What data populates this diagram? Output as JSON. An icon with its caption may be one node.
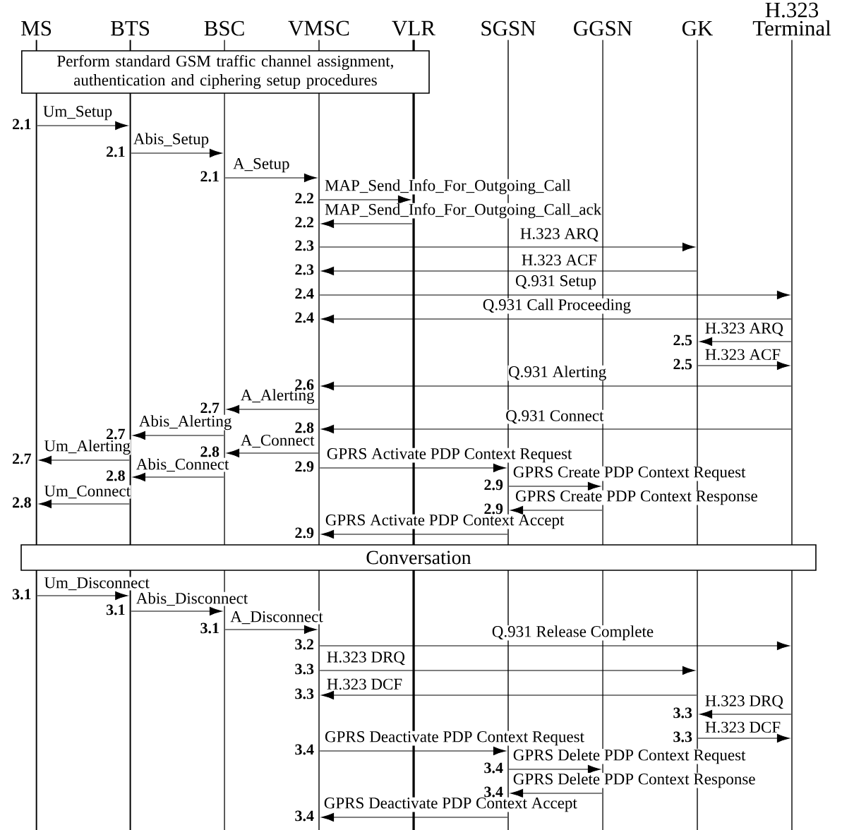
{
  "diagram": {
    "nodes": [
      {
        "text": [],
        "shape": "line",
        "beside": [
          "MS"
        ]
      },
      {
        "text": [],
        "shape": "line",
        "beside": [
          "BTS"
        ]
      },
      {
        "text": [],
        "shape": "line",
        "beside": [
          "BSC"
        ]
      },
      {
        "text": [],
        "shape": "line",
        "beside": [
          "VMSC"
        ]
      },
      {
        "text": [],
        "shape": "line",
        "beside": [
          "VLR"
        ]
      },
      {
        "text": [],
        "shape": "line",
        "beside": [
          "SGSN"
        ]
      },
      {
        "text": [],
        "shape": "line",
        "beside": [
          "GGSN"
        ]
      },
      {
        "text": [],
        "shape": "line",
        "beside": [
          "GK"
        ]
      },
      {
        "text": [],
        "shape": "line",
        "beside": [
          "H.323 Terminal"
        ]
      },
      {
        "text": [
          "Perform standard GSM traffic channel assignment, authentication and ciphering setup procedures"
        ]
      },
      {
        "text": [
          "Conversation"
        ]
      }
    ],
    "edges": [
      {
        "from": 0,
        "to": 1,
        "arrow": "to",
        "label": "Um_Setup"
      },
      {
        "from": 1,
        "to": 2,
        "arrow": "to",
        "label": "Abis_Setup"
      },
      {
        "from": 2,
        "to": 3,
        "arrow": "to",
        "label": "A_Setup"
      },
      {
        "from": 3,
        "to": 4,
        "arrow": "to",
        "label": "MAP_Send_Info_For_Outgoing_Call"
      },
      {
        "from": 4,
        "to": 3,
        "arrow": "to",
        "label": "MAP_Send_Info_For_Outgoing_Call_ack"
      },
      {
        "from": 3,
        "to": 7,
        "arrow": "to",
        "label": "H.323 ARQ"
      },
      {
        "from": 7,
        "to": 3,
        "arrow": "to",
        "label": "H.323 ACF"
      },
      {
        "from": 3,
        "to": 8,
        "arrow": "to",
        "label": "Q.931 Setup"
      },
      {
        "from": 8,
        "to": 3,
        "arrow": "to",
        "label": "Q.931 Call Proceeding"
      },
      {
        "from": 8,
        "to": 7,
        "arrow": "to",
        "label": "H.323 ARQ"
      },
      {
        "from": 7,
        "to": 8,
        "arrow": "to",
        "label": "H.323 ACF"
      },
      {
        "from": 8,
        "to": 3,
        "arrow": "to",
        "label": "Q.931 Alerting"
      },
      {
        "from": 3,
        "to": 2,
        "arrow": "to",
        "label": "A_Alerting"
      },
      {
        "from": 8,
        "to": 3,
        "arrow": "to",
        "label": "Q.931 Connect"
      },
      {
        "from": 2,
        "to": 1,
        "arrow": "to",
        "label": "Abis_Alerting"
      },
      {
        "from": 3,
        "to": 2,
        "arrow": "to",
        "label": "A_Connect"
      },
      {
        "from": 1,
        "to": 0,
        "arrow": "to",
        "label": "Um_Alerting"
      },
      {
        "from": 3,
        "to": 5,
        "arrow": "to",
        "label": "GPRS Activate PDP Context Request"
      },
      {
        "from": 2,
        "to": 1,
        "arrow": "to",
        "label": "Abis_Connect"
      },
      {
        "from": 5,
        "to": 6,
        "arrow": "to",
        "label": "GPRS Create PDP Context Request"
      },
      {
        "from": 1,
        "to": 0,
        "arrow": "to",
        "label": "Um_Connect"
      },
      {
        "from": 6,
        "to": 5,
        "arrow": "to",
        "label": "GPRS Create PDP Context Response"
      },
      {
        "from": 5,
        "to": 3,
        "arrow": "to",
        "label": "GPRS Activate PDP Context Accept"
      },
      {
        "from": 0,
        "to": 1,
        "arrow": "to",
        "label": "Um_Disconnect"
      },
      {
        "from": 1,
        "to": 2,
        "arrow": "to",
        "label": "Abis_Disconnect"
      },
      {
        "from": 2,
        "to": 3,
        "arrow": "to",
        "label": "A_Disconnect"
      },
      {
        "from": 3,
        "to": 8,
        "arrow": "to",
        "label": "Q.931 Release Complete"
      },
      {
        "from": 3,
        "to": 7,
        "arrow": "to",
        "label": "H.323 DRQ"
      },
      {
        "from": 7,
        "to": 3,
        "arrow": "to",
        "label": "H.323 DCF"
      },
      {
        "from": 8,
        "to": 7,
        "arrow": "to",
        "label": "H.323 DRQ"
      },
      {
        "from": 7,
        "to": 8,
        "arrow": "to",
        "label": "H.323 DCF"
      },
      {
        "from": 3,
        "to": 5,
        "arrow": "to",
        "label": "GPRS Deactivate PDP Context Request"
      },
      {
        "from": 5,
        "to": 6,
        "arrow": "to",
        "label": "GPRS Delete PDP Context Request"
      },
      {
        "from": 6,
        "to": 5,
        "arrow": "to",
        "label": "GPRS Delete PDP Context Response"
      },
      {
        "from": 5,
        "to": 3,
        "arrow": "to",
        "label": "GPRS Deactivate PDP Context Accept"
      }
    ],
    "labels": [
      "2.1",
      "2.1",
      "2.1",
      "2.2",
      "2.2",
      "2.3",
      "2.3",
      "2.4",
      "2.4",
      "2.5",
      "2.5",
      "2.6",
      "2.7",
      "2.8",
      "2.7",
      "2.8",
      "2.7",
      "2.9",
      "2.8",
      "2.9",
      "2.8",
      "2.9",
      "2.9",
      "3.1",
      "3.1",
      "3.1",
      "3.2",
      "3.3",
      "3.3",
      "3.3",
      "3.3",
      "3.4",
      "3.4",
      "3.4",
      "3.4"
    ]
  }
}
